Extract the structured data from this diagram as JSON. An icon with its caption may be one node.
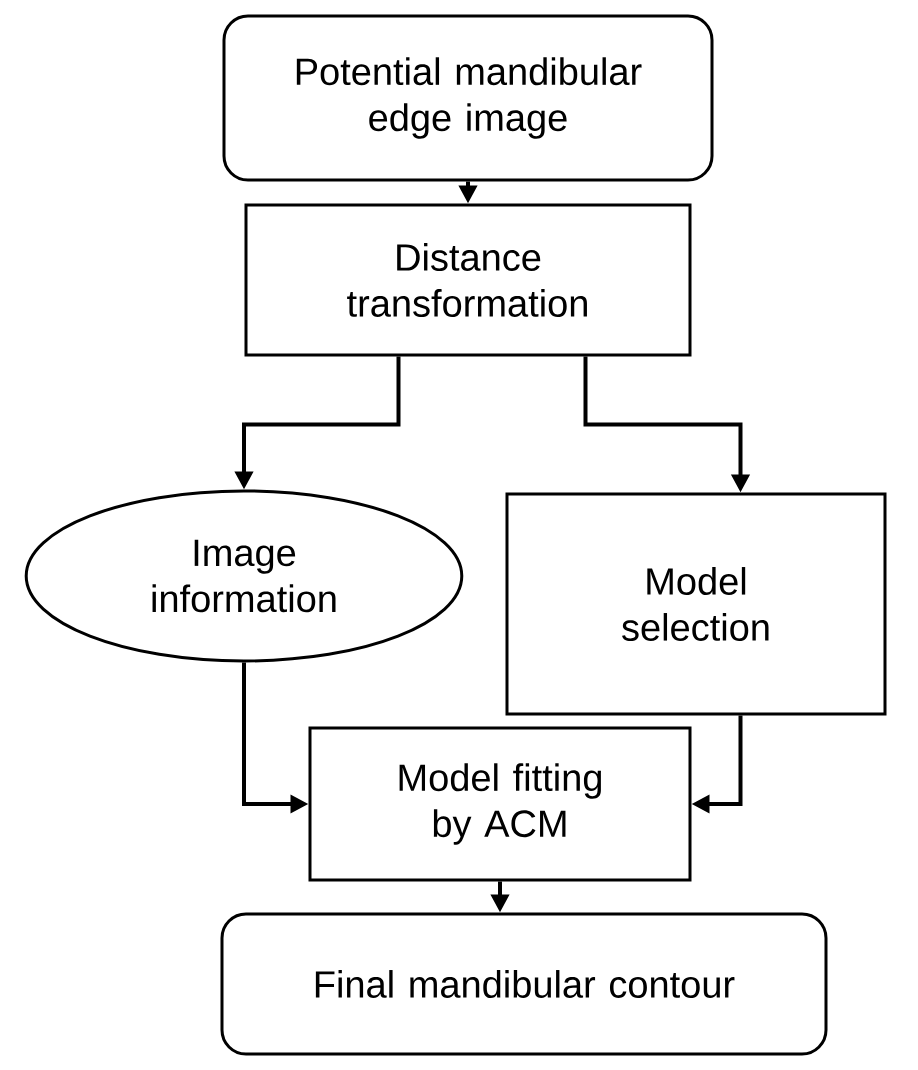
{
  "diagram": {
    "nodes": [
      {
        "text": [
          "Potential mandibular edge image"
        ]
      },
      {
        "text": [
          "Distance transformation"
        ]
      },
      {
        "text": [
          "Image information"
        ]
      },
      {
        "text": [
          "Model selection"
        ]
      },
      {
        "text": [
          "Model fitting by ACM"
        ]
      },
      {
        "text": [
          "Final mandibular contour"
        ]
      }
    ],
    "edges": [
      {
        "from": 0,
        "to": 1,
        "arrow": "to"
      },
      {
        "from": 1,
        "to": 2,
        "arrow": "to"
      },
      {
        "from": 1,
        "to": 3,
        "arrow": "to"
      },
      {
        "from": 2,
        "to": 4,
        "arrow": "to"
      },
      {
        "from": 3,
        "to": 4,
        "arrow": "to"
      },
      {
        "from": 4,
        "to": 5,
        "arrow": "to"
      }
    ]
  }
}
